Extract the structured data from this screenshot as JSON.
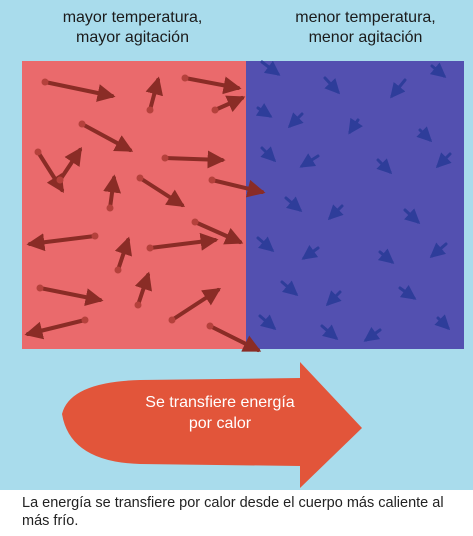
{
  "hot_side": {
    "label_line1": "mayor temperatura,",
    "label_line2": "mayor agitación",
    "color": "#ea6a6c"
  },
  "cold_side": {
    "label_line1": "menor temperatura,",
    "label_line2": "menor agitación",
    "color": "#5350b0"
  },
  "transfer_arrow": {
    "line1": "Se transfiere energía",
    "line2": "por calor",
    "color": "#e2553a"
  },
  "caption": "La energía se transfiere por calor desde el cuerpo más caliente al más frío.",
  "colors": {
    "background": "#a9dcec",
    "hot_particle": "#8a2c26",
    "cold_particle": "#2e3d9a"
  }
}
